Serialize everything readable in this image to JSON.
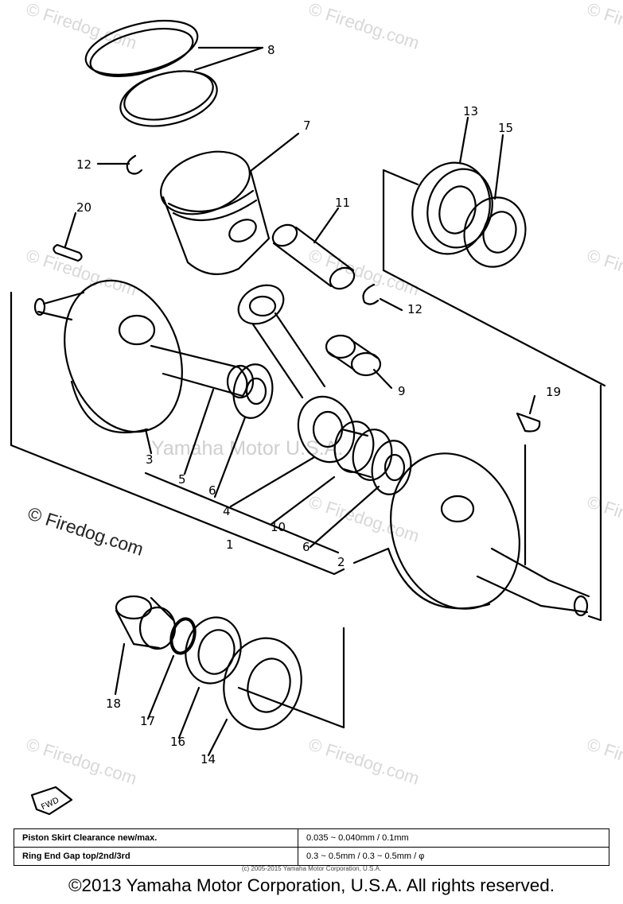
{
  "watermark": {
    "repeat_text": "© Firedog.com",
    "prominent_text": "© Firedog.com",
    "center_text": "Yamaha Motor U.S.A."
  },
  "diagram": {
    "callouts": [
      "1",
      "2",
      "3",
      "4",
      "5",
      "6",
      "6",
      "7",
      "8",
      "9",
      "10",
      "11",
      "12",
      "12",
      "13",
      "14",
      "15",
      "16",
      "17",
      "18",
      "19",
      "20"
    ],
    "fwd_label": "FWD"
  },
  "spec_table": {
    "rows": [
      {
        "label": "Piston Skirt Clearance new/max.",
        "value": "0.035 ~ 0.040mm / 0.1mm"
      },
      {
        "label": "Ring End Gap top/2nd/3rd",
        "value": "0.3 ~ 0.5mm / 0.3 ~ 0.5mm / φ"
      }
    ]
  },
  "small_copyright": "(c) 2005-2015 Yamaha Motor Corporation, U.S.A.",
  "copyright": "©2013 Yamaha Motor Corporation, U.S.A. All rights reserved."
}
